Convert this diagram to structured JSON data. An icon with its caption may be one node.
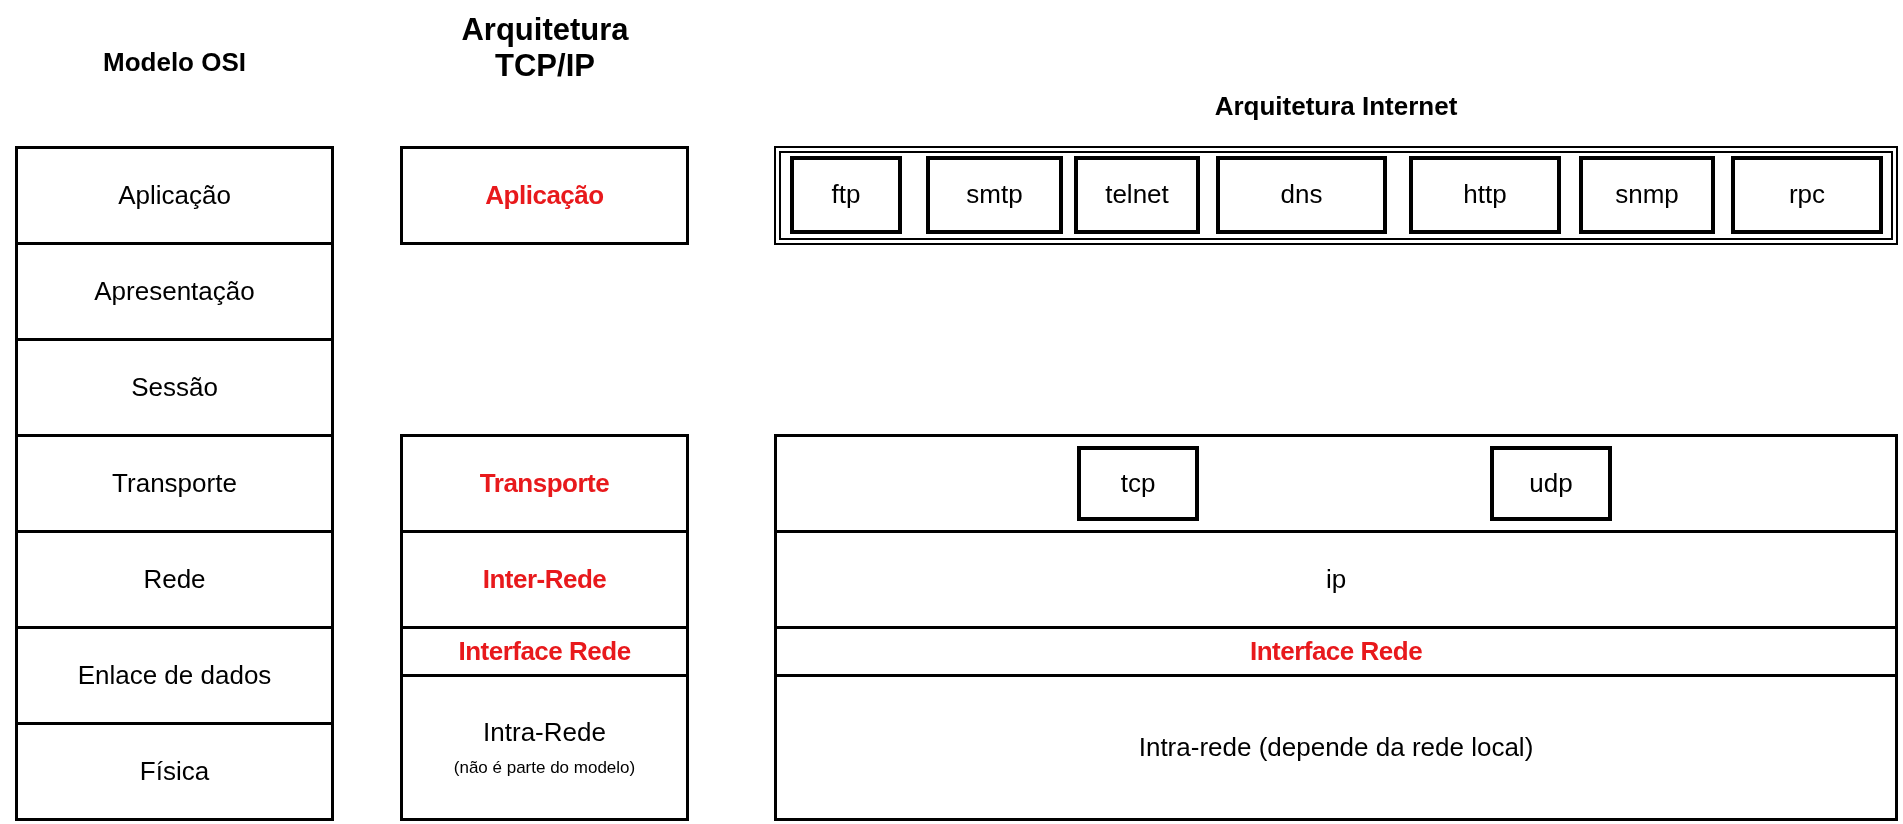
{
  "diagram": {
    "nodes": [
      {
        "text": [
          "Aplicação"
        ]
      },
      {
        "text": [
          "Apresentação"
        ]
      },
      {
        "text": [
          "Sessão"
        ]
      },
      {
        "text": [
          "Transporte"
        ]
      },
      {
        "text": [
          "Rede"
        ]
      },
      {
        "text": [
          "Enlace de dados"
        ]
      },
      {
        "text": [
          "Física"
        ]
      },
      {
        "text": [
          "Aplicação"
        ]
      },
      {
        "text": [
          "Transporte"
        ]
      },
      {
        "text": [
          "Inter-Rede"
        ]
      },
      {
        "text": [
          "Interface Rede"
        ]
      },
      {
        "text": [
          "Intra-Rede",
          "(não é parte do modelo)"
        ]
      },
      {
        "text": [],
        "shape": "box"
      },
      {
        "text": [
          "ftp"
        ],
        "in": 12
      },
      {
        "text": [
          "smtp"
        ],
        "in": 12
      },
      {
        "text": [
          "telnet"
        ],
        "in": 12
      },
      {
        "text": [
          "dns"
        ],
        "in": 12
      },
      {
        "text": [
          "http"
        ],
        "in": 12
      },
      {
        "text": [
          "snmp"
        ],
        "in": 12
      },
      {
        "text": [
          "rpc"
        ],
        "in": 12
      },
      {
        "text": [],
        "shape": "box"
      },
      {
        "text": [
          "tcp"
        ],
        "in": 20
      },
      {
        "text": [
          "udp"
        ],
        "in": 20
      },
      {
        "text": [
          "ip"
        ]
      },
      {
        "text": [
          "Interface Rede"
        ]
      },
      {
        "text": [
          "Intra-rede (depende da rede local)"
        ]
      }
    ],
    "labels": [
      "Modelo OSI",
      "Arquitetura TCP/IP",
      "Arquitetura Internet"
    ]
  }
}
